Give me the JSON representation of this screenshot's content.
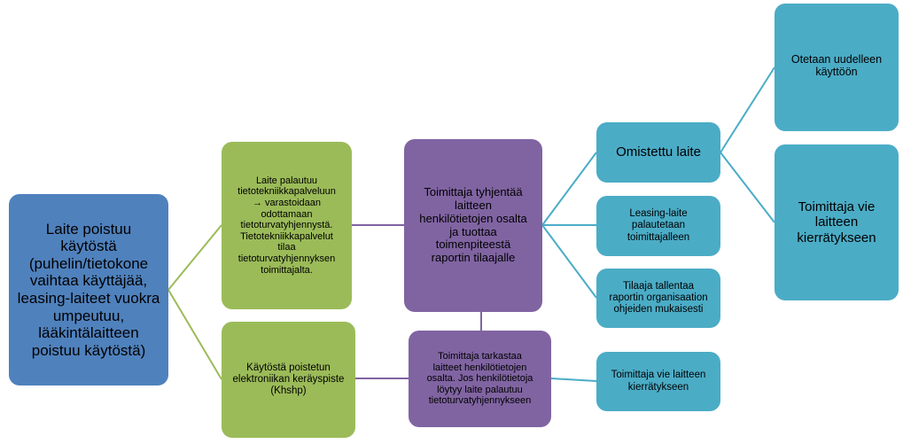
{
  "colors": {
    "root": "#4f81bd",
    "green": "#9bbb59",
    "purple": "#8064a2",
    "teal": "#4bacc6",
    "green_line": "#9bbb59",
    "purple_line": "#8064a2",
    "teal_line": "#4bacc6"
  },
  "nodes": {
    "root": "Laite poistuu\nkäytöstä\n(puhelin/tietokone\nvaihtaa käyttäjää,\nleasing-laiteet vuokra\numpeutuu,\nlääkintälaitteen\npoistuu käytöstä)",
    "it_service": "Laite palautuu\ntietotekniikkapalveluun\n→ varastoidaan\nodottamaan\ntietoturvatyhjennystä.\nTietotekniikkapalvelut\ntilaa\ntietoturvatyhjennyksen\ntoimittajalta.",
    "collection_point": "Käytöstä poistetun\nelektroniikan keräyspiste\n(Khshp)",
    "supplier_erases": "Toimittaja tyhjentää\nlaitteen\nhenkilötietojen osalta\nja tuottaa\ntoimenpiteestä\nraportin tilaajalle",
    "supplier_checks": "Toimittaja tarkastaa\nlaitteet henkilötietojen\nosalta. Jos henkilötietoja\nlöytyy laite palautuu\ntietoturvatyhjennykseen",
    "owned_device": "Omistettu laite",
    "leasing_device": "Leasing-laite\npalautetaan\ntoimittajalleen",
    "customer_stores": "Tilaaja tallentaa\nraportin organisaation\nohjeiden mukaisesti",
    "supplier_recycles_small": "Toimittaja vie laitteen\nkierrätykseen",
    "reused": "Otetaan uudelleen\nkäyttöön",
    "supplier_recycles": "Toimittaja vie\nlaitteen\nkierrätykseen"
  }
}
